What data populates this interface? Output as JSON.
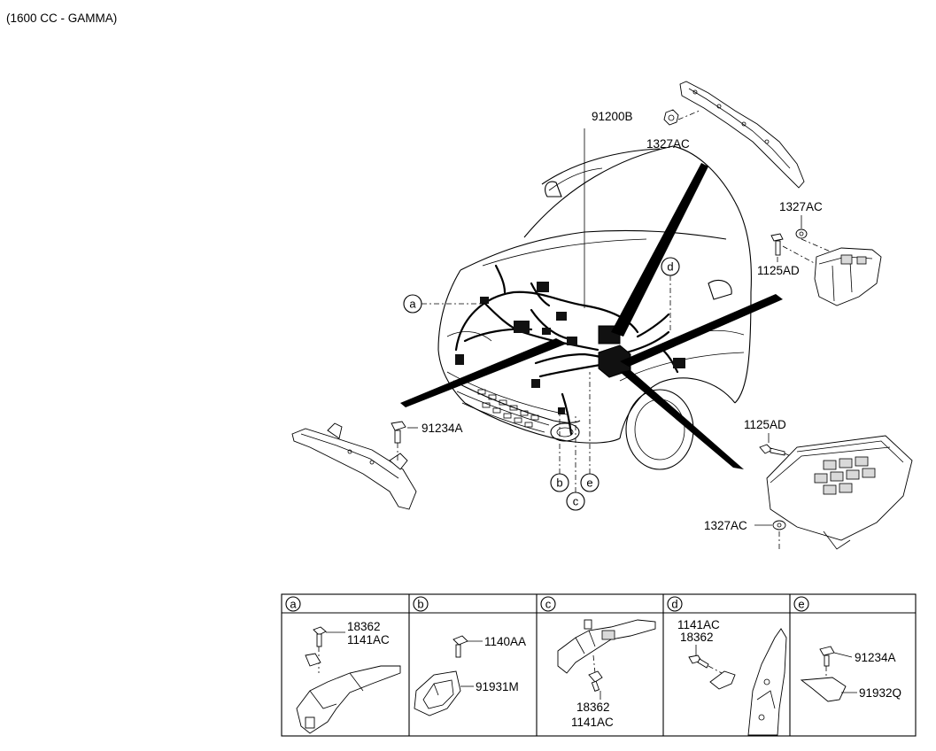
{
  "header": {
    "engine_label": "(1600 CC - GAMMA)"
  },
  "main_labels": {
    "harness": "91200B",
    "nut_top": "1327AC",
    "nut_right": "1327AC",
    "bolt_right_upper": "1125AD",
    "bolt_right_lower": "1125AD",
    "nut_bottom": "1327AC",
    "clip_left": "91234A"
  },
  "callouts": {
    "a": "a",
    "b": "b",
    "c": "c",
    "d": "d",
    "e": "e"
  },
  "detail_panels": [
    {
      "key": "a",
      "labels": [
        "18362",
        "1141AC"
      ]
    },
    {
      "key": "b",
      "labels": [
        "1140AA",
        "91931M"
      ]
    },
    {
      "key": "c",
      "labels": [
        "18362",
        "1141AC"
      ]
    },
    {
      "key": "d",
      "labels": [
        "1141AC",
        "18362"
      ]
    },
    {
      "key": "e",
      "labels": [
        "91234A",
        "91932Q"
      ]
    }
  ]
}
